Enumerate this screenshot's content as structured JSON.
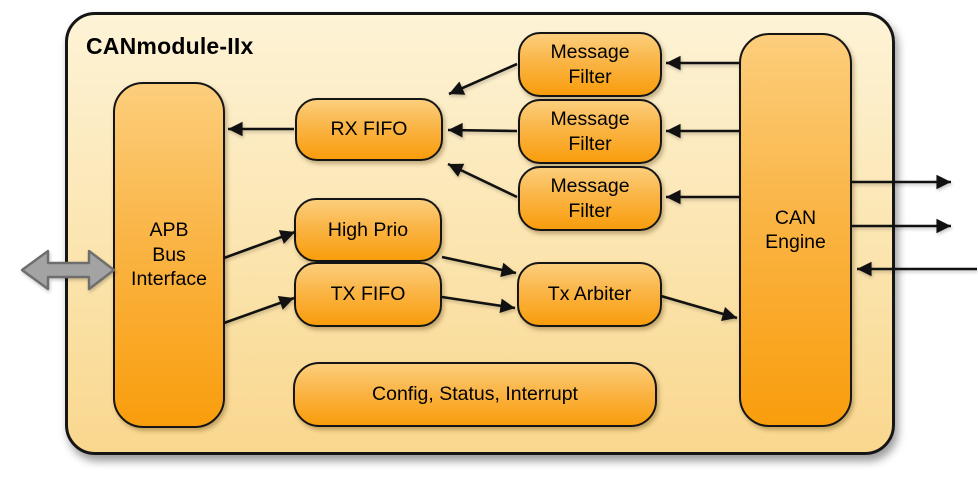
{
  "diagram": {
    "title": "CANmodule-IIx",
    "type": "block-diagram",
    "colors": {
      "page_background": "#FFFFFF",
      "container_gradient_top": "#FDF3D6",
      "container_gradient_bottom": "#F9D78E",
      "block_gradient_top": "#FCCE7C",
      "block_gradient_bottom": "#F99D0C",
      "border": "#151515",
      "arrow": "#111111",
      "bus_arrow_fill": "#A3A3A3",
      "bus_arrow_stroke": "#6E6E6E"
    },
    "nodes": {
      "apb": {
        "label": "APB\nBus\nInterface"
      },
      "rx_fifo": {
        "label": "RX FIFO"
      },
      "msg_filter_1": {
        "label": "Message\nFilter"
      },
      "msg_filter_2": {
        "label": "Message\nFilter"
      },
      "msg_filter_3": {
        "label": "Message\nFilter"
      },
      "high_prio": {
        "label": "High Prio"
      },
      "tx_fifo": {
        "label": "TX FIFO"
      },
      "tx_arbiter": {
        "label": "Tx Arbiter"
      },
      "config": {
        "label": "Config, Status, Interrupt"
      },
      "can_engine": {
        "label": "CAN\nEngine"
      }
    },
    "edges": [
      {
        "from": "message-filter-1",
        "to": "rx-fifo"
      },
      {
        "from": "message-filter-2",
        "to": "rx-fifo"
      },
      {
        "from": "message-filter-3",
        "to": "rx-fifo"
      },
      {
        "from": "rx-fifo",
        "to": "apb-bus-interface"
      },
      {
        "from": "apb-bus-interface",
        "to": "high-prio"
      },
      {
        "from": "apb-bus-interface",
        "to": "tx-fifo"
      },
      {
        "from": "high-prio",
        "to": "tx-arbiter"
      },
      {
        "from": "tx-fifo",
        "to": "tx-arbiter"
      },
      {
        "from": "tx-arbiter",
        "to": "can-engine"
      },
      {
        "from": "can-engine",
        "to": "message-filter-1"
      },
      {
        "from": "can-engine",
        "to": "message-filter-2"
      },
      {
        "from": "can-engine",
        "to": "message-filter-3"
      },
      {
        "from": "can-engine",
        "to": "external-right-out-1"
      },
      {
        "from": "can-engine",
        "to": "external-right-out-2"
      },
      {
        "from": "external-right-in",
        "to": "can-engine"
      },
      {
        "from": "external-left-bus",
        "to": "apb-bus-interface",
        "bidirectional": true
      }
    ]
  }
}
